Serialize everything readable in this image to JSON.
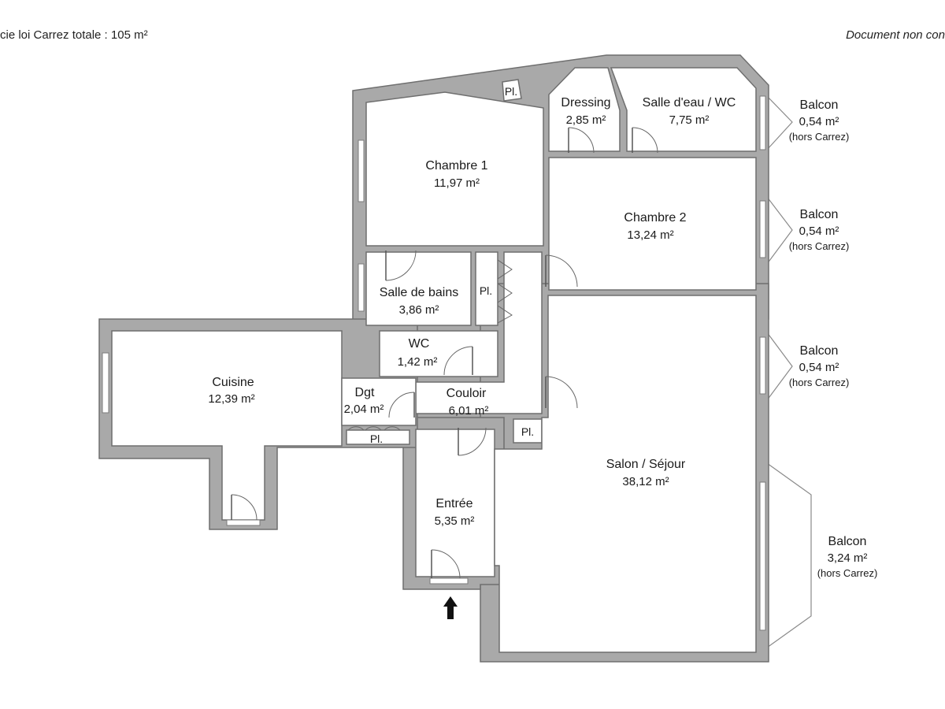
{
  "header": {
    "left": "cie loi Carrez totale :  105 m²",
    "right": "Document non con"
  },
  "rooms": {
    "chambre1": {
      "name": "Chambre 1",
      "area": "11,97 m²"
    },
    "chambre2": {
      "name": "Chambre 2",
      "area": "13,24 m²"
    },
    "dressing": {
      "name": "Dressing",
      "area": "2,85 m²"
    },
    "salle_eau": {
      "name": "Salle d'eau / WC",
      "area": "7,75 m²"
    },
    "salle_bains": {
      "name": "Salle de bains",
      "area": "3,86 m²"
    },
    "wc": {
      "name": "WC",
      "area": "1,42 m²"
    },
    "cuisine": {
      "name": "Cuisine",
      "area": "12,39 m²"
    },
    "dgt": {
      "name": "Dgt",
      "area": "2,04 m²"
    },
    "couloir": {
      "name": "Couloir",
      "area": "6,01 m²"
    },
    "entree": {
      "name": "Entrée",
      "area": "5,35 m²"
    },
    "salon": {
      "name": "Salon / Séjour",
      "area": "38,12 m²"
    }
  },
  "placards": {
    "top": "Pl.",
    "bath": "Pl.",
    "dgt": "Pl.",
    "couloir": "Pl."
  },
  "balcons": [
    {
      "name": "Balcon",
      "area": "0,54 m²",
      "note": "(hors Carrez)"
    },
    {
      "name": "Balcon",
      "area": "0,54 m²",
      "note": "(hors Carrez)"
    },
    {
      "name": "Balcon",
      "area": "0,54 m²",
      "note": "(hors Carrez)"
    },
    {
      "name": "Balcon",
      "area": "3,24 m²",
      "note": "(hors Carrez)"
    }
  ],
  "icons": {
    "entrance": "entrance-arrow-icon"
  },
  "colors": {
    "wall": "#a9a9a9",
    "outline": "#6f6f6f"
  }
}
